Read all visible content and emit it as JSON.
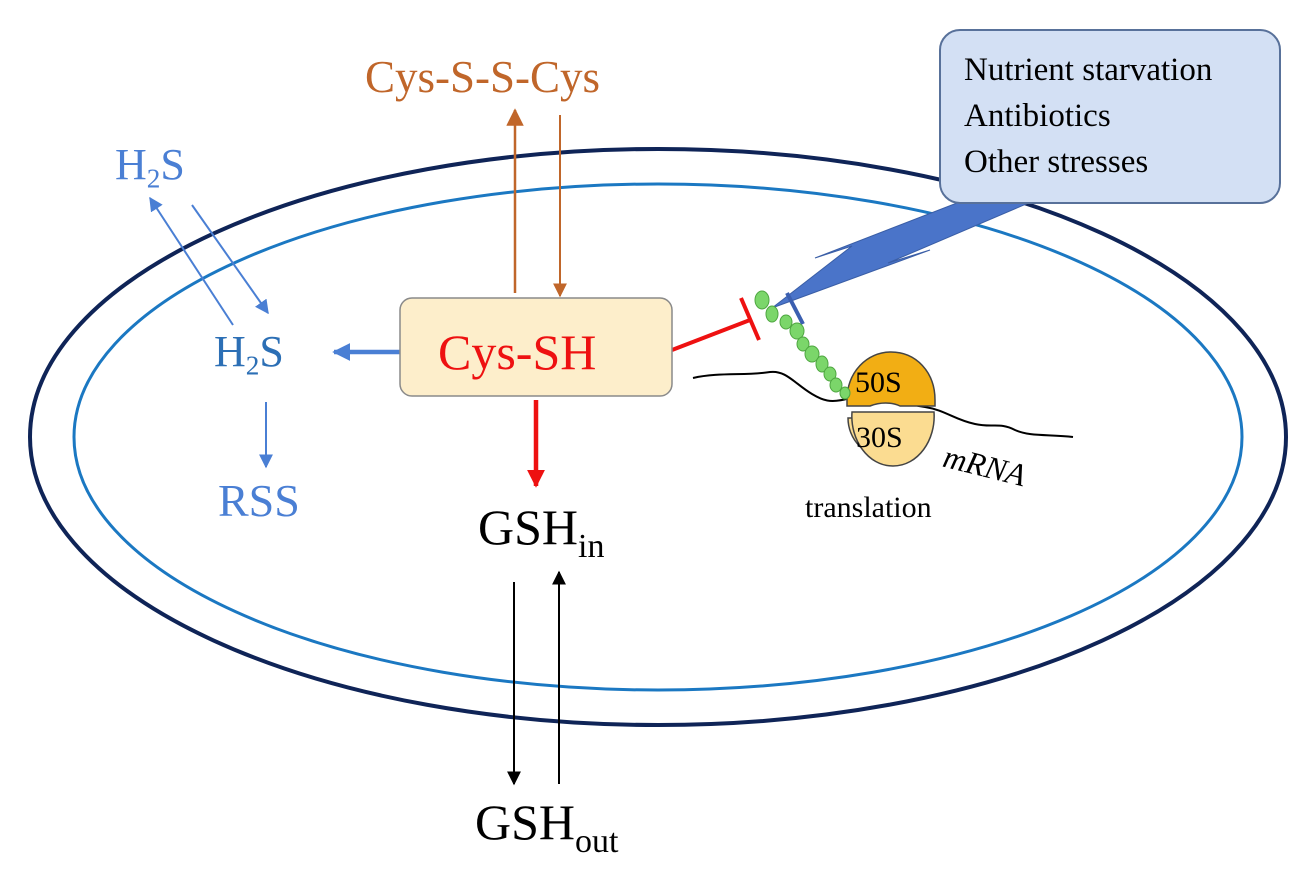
{
  "colors": {
    "membrane_outer": "#0f2457",
    "membrane_inner": "#1b78c2",
    "disulfide": "#c0662a",
    "h2s_blue": "#4a7fd4",
    "h2s_inner": "#2c6fb5",
    "cys_sh_red": "#ee1111",
    "cys_box_fill": "#fdeecb",
    "stress_box_fill": "#d3e0f4",
    "stress_box_border": "#58719a",
    "ribosome_50s": "#f2ae14",
    "ribosome_30s": "#fbdc91",
    "peptide_green": "#7bd66a",
    "black": "#000000"
  },
  "labels": {
    "cystine": "Cys-S-S-Cys",
    "h2s_outside": {
      "base": "H",
      "sub": "2",
      "tail": "S"
    },
    "h2s_inside": {
      "base": "H",
      "sub": "2",
      "tail": "S"
    },
    "rss": "RSS",
    "cys_sh": "Cys-SH",
    "gsh_in": {
      "base": "GSH",
      "sub": "in"
    },
    "gsh_out": {
      "base": "GSH",
      "sub": "out"
    },
    "ribosome_large": "50S",
    "ribosome_small": "30S",
    "mrna": "mRNA",
    "translation": "translation"
  },
  "stress_box": {
    "lines": [
      "Nutrient starvation",
      "Antibiotics",
      "Other stresses"
    ]
  }
}
